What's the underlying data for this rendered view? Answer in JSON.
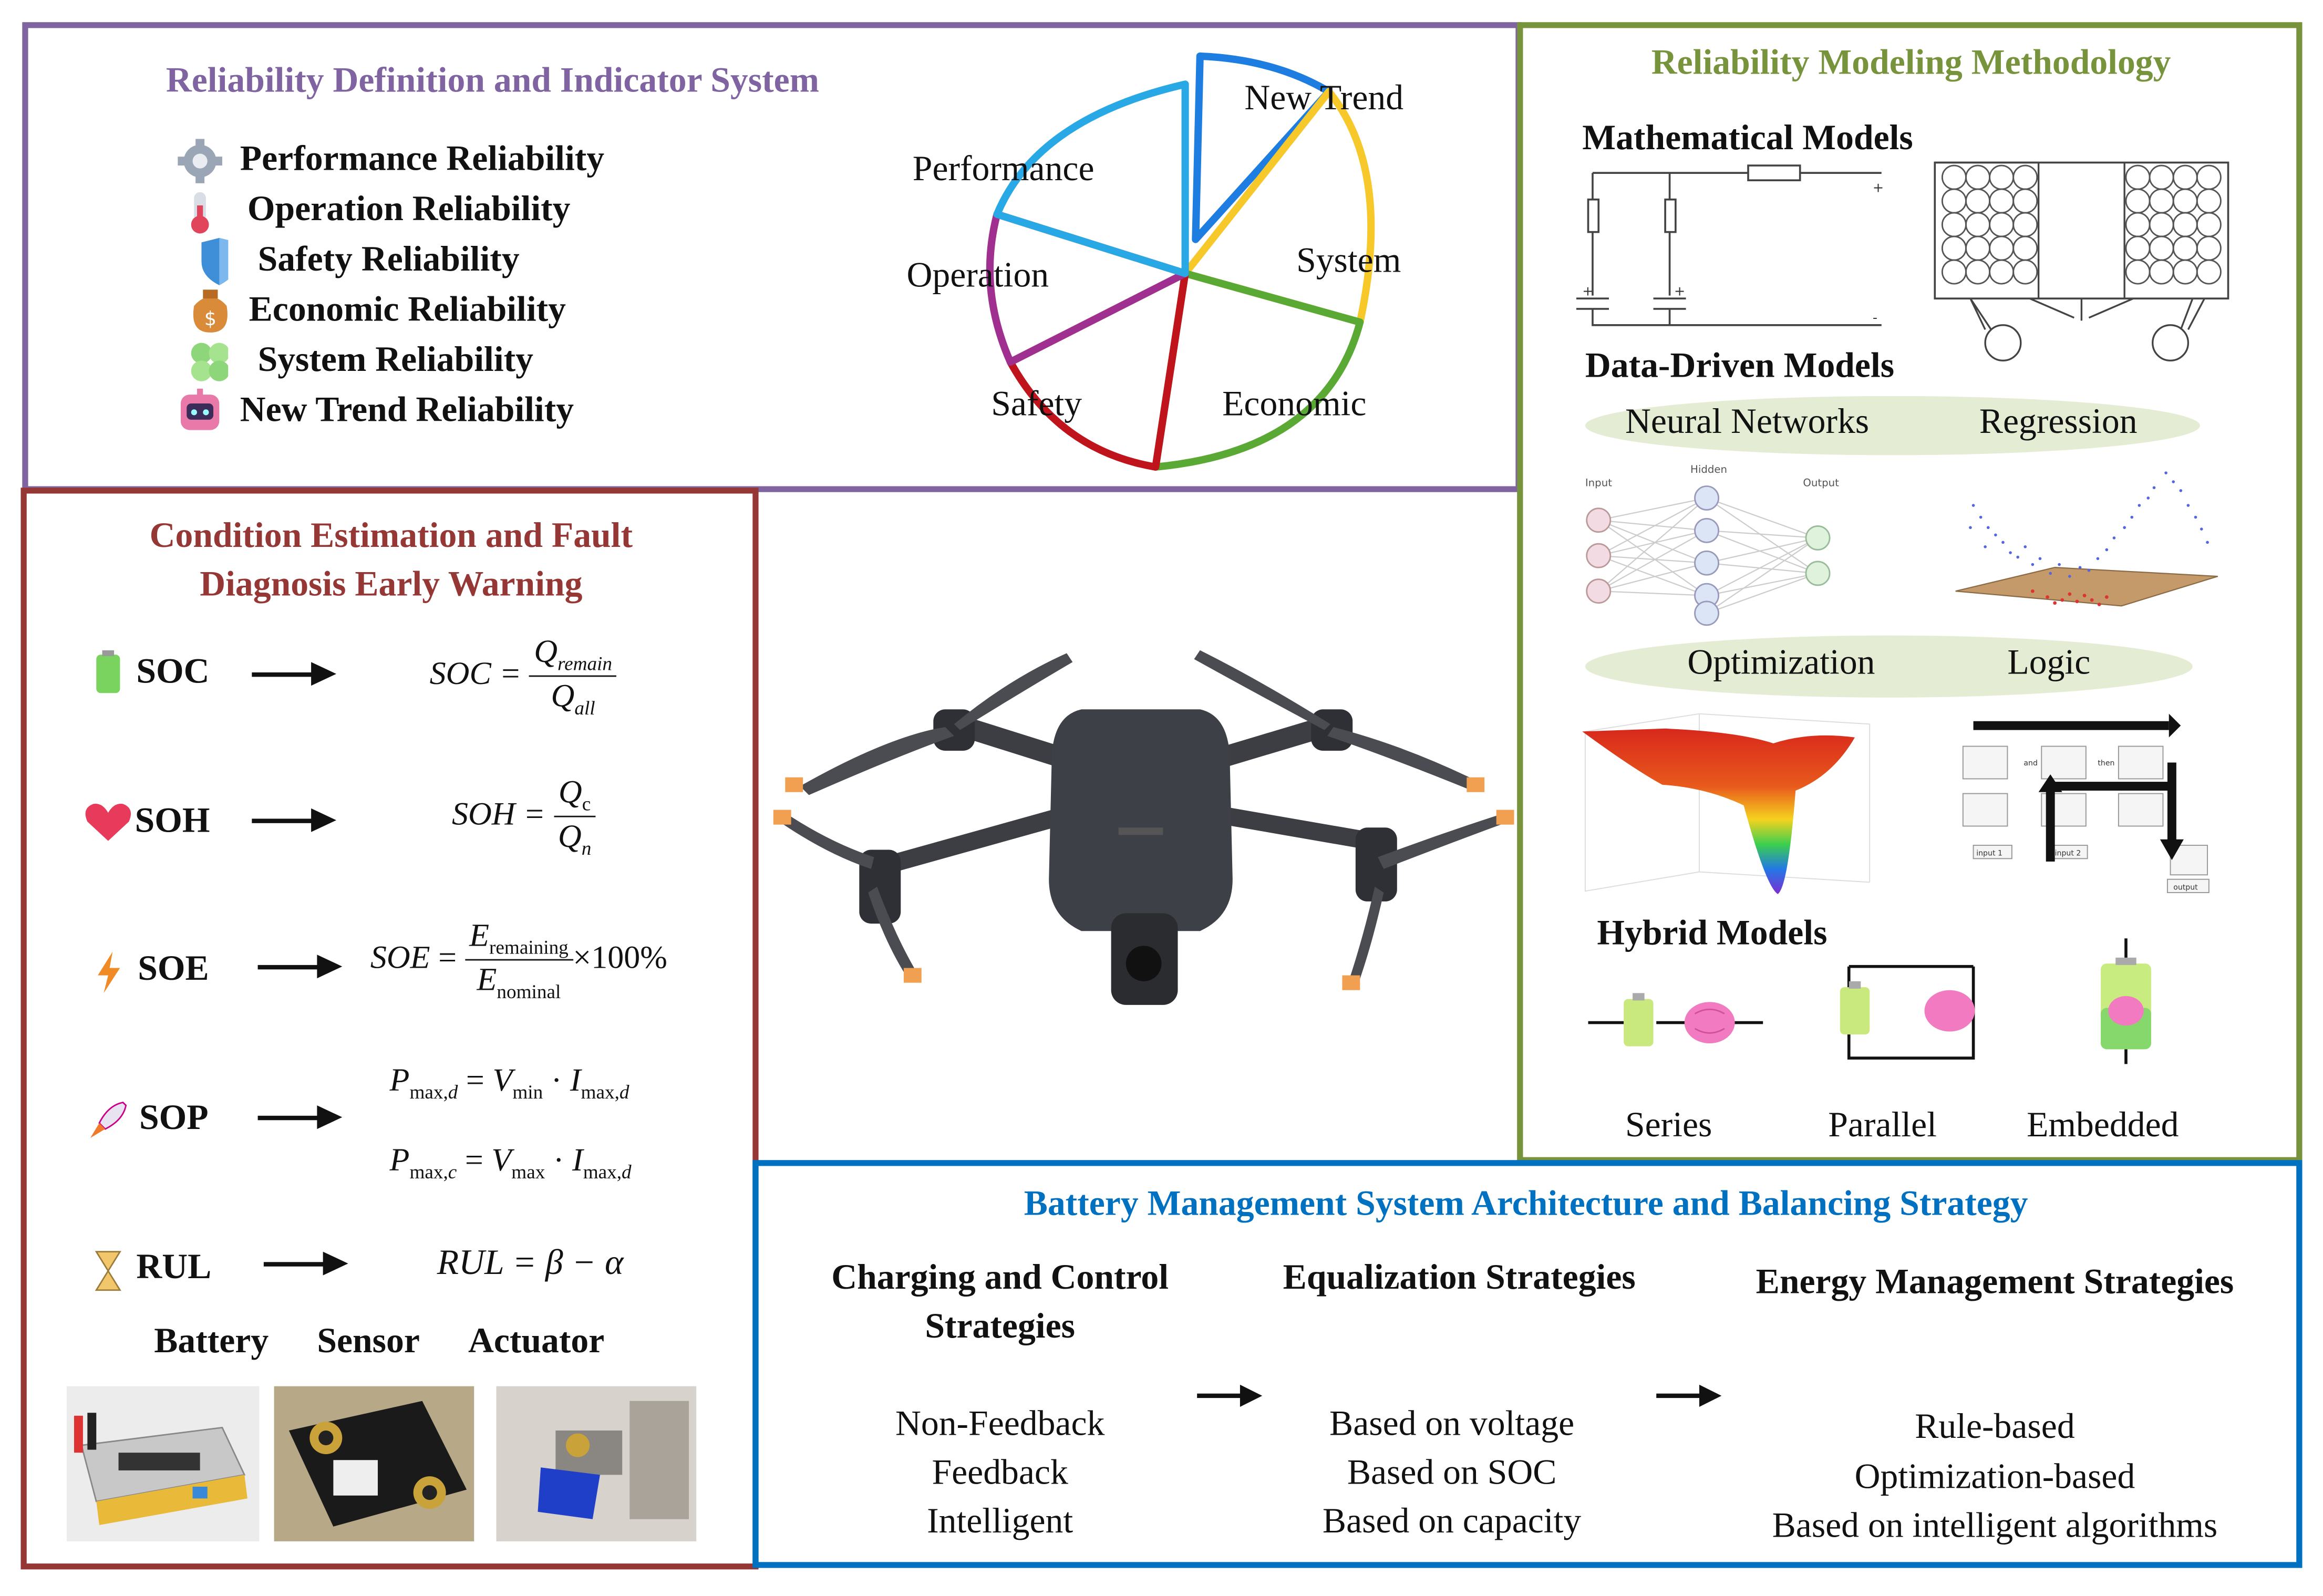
{
  "panels": {
    "reliability_definition": {
      "title": "Reliability Definition and Indicator System",
      "items": [
        {
          "icon": "gear-icon",
          "label": "Performance Reliability"
        },
        {
          "icon": "thermometer-icon",
          "label": "Operation Reliability"
        },
        {
          "icon": "shield-icon",
          "label": "Safety Reliability"
        },
        {
          "icon": "money-bag-icon",
          "label": "Economic Reliability"
        },
        {
          "icon": "puzzle-icon",
          "label": "System Reliability"
        },
        {
          "icon": "robot-icon",
          "label": "New Trend Reliability"
        }
      ],
      "pie_labels": [
        "New Trend",
        "System",
        "Economic",
        "Safety",
        "Operation",
        "Performance"
      ]
    },
    "modeling": {
      "title": "Reliability Modeling Methodology",
      "math_models": "Mathematical Models",
      "data_driven": "Data-Driven Models",
      "dd_labels": [
        "Neural Networks",
        "Regression",
        "Optimization",
        "Logic"
      ],
      "nn_layers": [
        "Input",
        "Hidden",
        "Output"
      ],
      "logic_labels": [
        "input 1",
        "input 2",
        "output",
        "and",
        "then"
      ],
      "hybrid": "Hybrid Models",
      "hybrid_labels": [
        "Series",
        "Parallel",
        "Embedded"
      ]
    },
    "condition": {
      "title_line1": "Condition Estimation and Fault",
      "title_line2": "Diagnosis Early Warning",
      "rows": [
        {
          "icon": "battery-icon",
          "label": "SOC"
        },
        {
          "icon": "heart-icon",
          "label": "SOH"
        },
        {
          "icon": "lightning-icon",
          "label": "SOE"
        },
        {
          "icon": "rocket-icon",
          "label": "SOP"
        },
        {
          "icon": "hourglass-icon",
          "label": "RUL"
        }
      ],
      "components": [
        "Battery",
        "Sensor",
        "Actuator"
      ]
    },
    "bms": {
      "title": "Battery Management System Architecture and Balancing Strategy",
      "col1_head_1": "Charging and Control",
      "col1_head_2": "Strategies",
      "col1_items": [
        "Non-Feedback",
        "Feedback",
        "Intelligent"
      ],
      "col2_head": "Equalization Strategies",
      "col2_items": [
        "Based on voltage",
        "Based on SOC",
        "Based on capacity"
      ],
      "col3_head": "Energy Management Strategies",
      "col3_items": [
        "Rule-based",
        "Optimization-based",
        "Based on intelligent algorithms"
      ]
    }
  },
  "colors": {
    "purple": "#8064a2",
    "green": "#77933c",
    "red": "#953735",
    "blue": "#0070c0"
  }
}
